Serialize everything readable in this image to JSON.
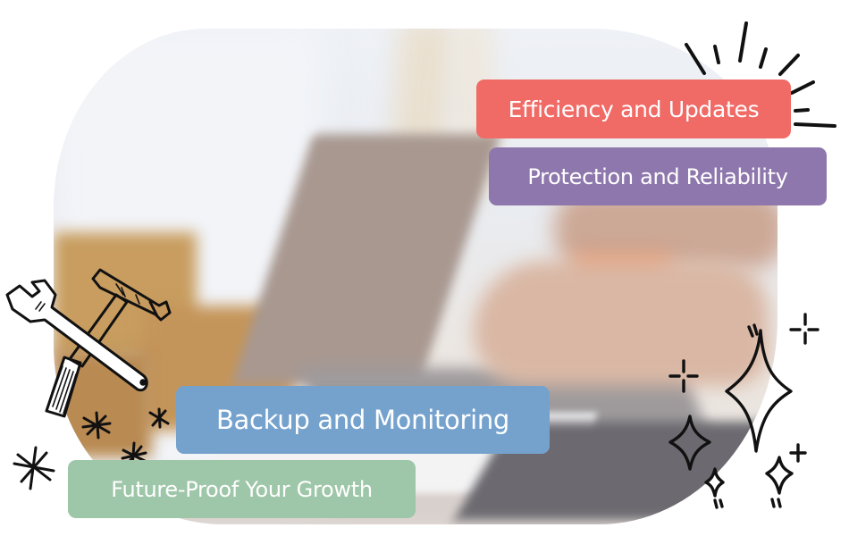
{
  "image": {
    "description": "Blurred photo of a person typing on a laptop with cardboard boxes in background, clipped to a rounded blob shape, with hand-drawn doodles and four colored labels",
    "background_color": "#ffffff"
  },
  "labels": [
    {
      "id": "efficiency",
      "text": "Efficiency and Updates",
      "color": "#f06a66"
    },
    {
      "id": "protection",
      "text": "Protection and Reliability",
      "color": "#8e77ac"
    },
    {
      "id": "backup",
      "text": "Backup and Monitoring",
      "color": "#75a2cd"
    },
    {
      "id": "future",
      "text": "Future-Proof Your Growth",
      "color": "#9ec6a8"
    }
  ],
  "icons": {
    "tools": "wrench-and-hammer-icon",
    "burst": "sunburst-lines-icon",
    "sparkles": "sparkle-stars-icon",
    "asterisks": "asterisk-sparkle-icon"
  },
  "colors": {
    "doodle_stroke": "#111111",
    "text": "#ffffff"
  }
}
